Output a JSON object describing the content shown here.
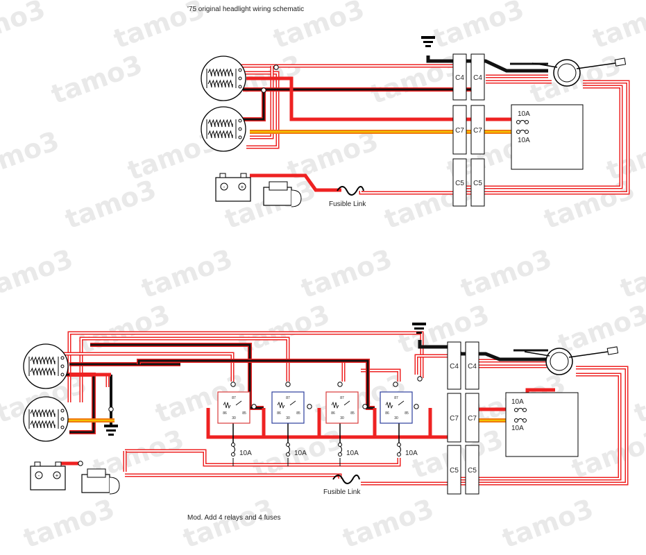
{
  "title": "'75 original headlight wiring schematic",
  "watermark": "tamo3",
  "footnote": "Mod. Add 4 relays and 4 fuses",
  "labels": {
    "fusible_link_top": "Fusible Link",
    "fusible_link_bottom": "Fusible Link",
    "fuse_10a": "10A",
    "battery_minus": "-",
    "battery_plus": "+"
  },
  "connectors": {
    "top": [
      "C4",
      "C4",
      "C7",
      "C7",
      "C5",
      "C5"
    ],
    "bottom": [
      "C4",
      "C4",
      "C7",
      "C7",
      "C5",
      "C5"
    ]
  },
  "relays": {
    "count": 4,
    "pins": [
      "87",
      "86",
      "85",
      "30"
    ],
    "border_colors": [
      "#d93a3a",
      "#2c3e9c",
      "#d93a3a",
      "#2c3e9c"
    ]
  },
  "colors": {
    "red": "#ee2222",
    "black": "#111111",
    "yellow": "#f2c200",
    "orange": "#f07a10"
  }
}
